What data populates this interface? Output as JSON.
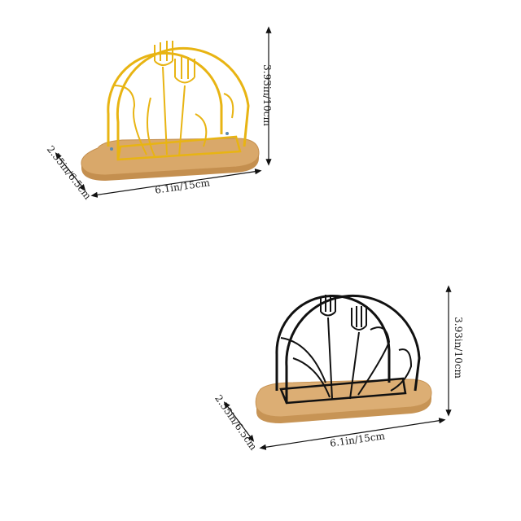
{
  "products": [
    {
      "variant": "gold",
      "colors": {
        "metal": "#e8b413",
        "metal_dark": "#c9950a",
        "wood": "#d9a86a",
        "wood_edge": "#c48f4f"
      },
      "dimensions": {
        "height": "3.93in/10cm",
        "length": "6.1in/15cm",
        "depth": "2.55in/6.5cm"
      }
    },
    {
      "variant": "black",
      "colors": {
        "metal": "#111111",
        "metal_dark": "#000000",
        "wood": "#dcae74",
        "wood_edge": "#c79455"
      },
      "dimensions": {
        "height": "3.93in/10cm",
        "length": "6.1in/15cm",
        "depth": "2.55in/6.5cm"
      }
    }
  ]
}
